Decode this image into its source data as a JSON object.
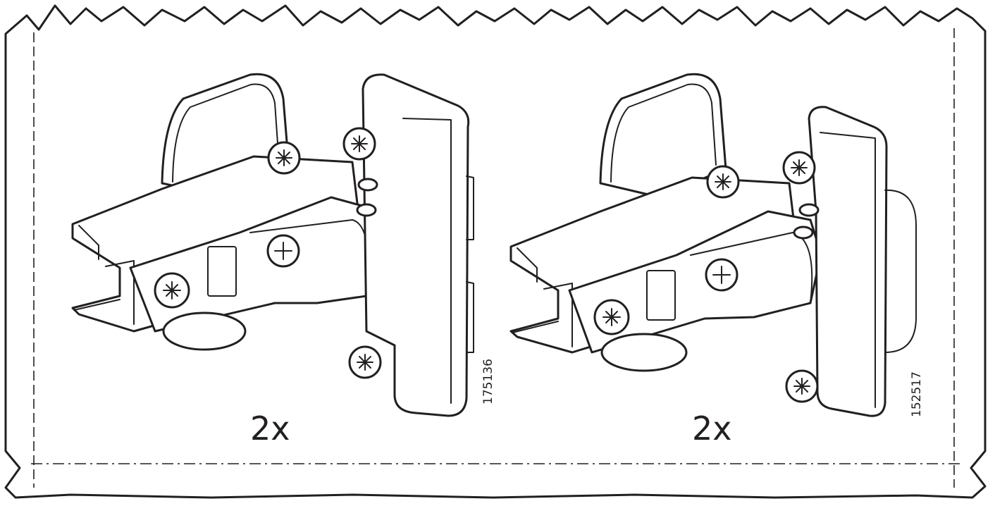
{
  "items": [
    {
      "quantity": "2x",
      "part_number": "175136"
    },
    {
      "quantity": "2x",
      "part_number": "152517"
    }
  ]
}
